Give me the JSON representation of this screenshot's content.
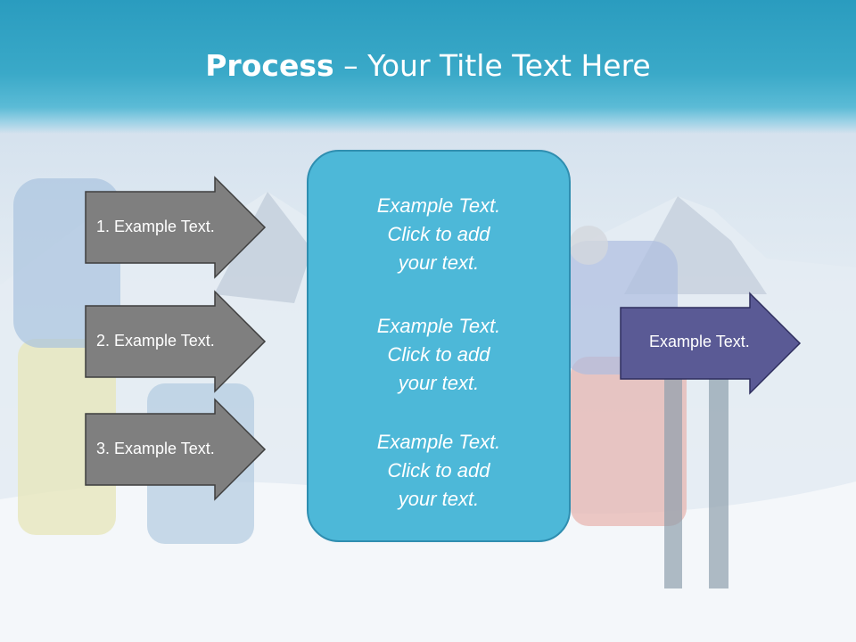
{
  "title": {
    "bold": "Process",
    "rest": " – Your Title Text Here"
  },
  "left_arrows": [
    {
      "label": "1. Example Text."
    },
    {
      "label": "2. Example Text."
    },
    {
      "label": "3. Example Text."
    }
  ],
  "center_box": {
    "blocks": [
      {
        "lines": [
          "Example Text.",
          "Click  to add",
          "your text."
        ]
      },
      {
        "lines": [
          "Example Text.",
          "Click  to add",
          "your text."
        ]
      },
      {
        "lines": [
          "Example Text.",
          "Click  to add",
          "your text."
        ]
      }
    ]
  },
  "right_arrow": {
    "label": "Example Text."
  },
  "colors": {
    "title_band": "#3aa9c8",
    "left_arrow_fill": "#7f7f7f",
    "center_box_fill": "#4db8d8",
    "right_arrow_fill": "#5a5a95"
  }
}
